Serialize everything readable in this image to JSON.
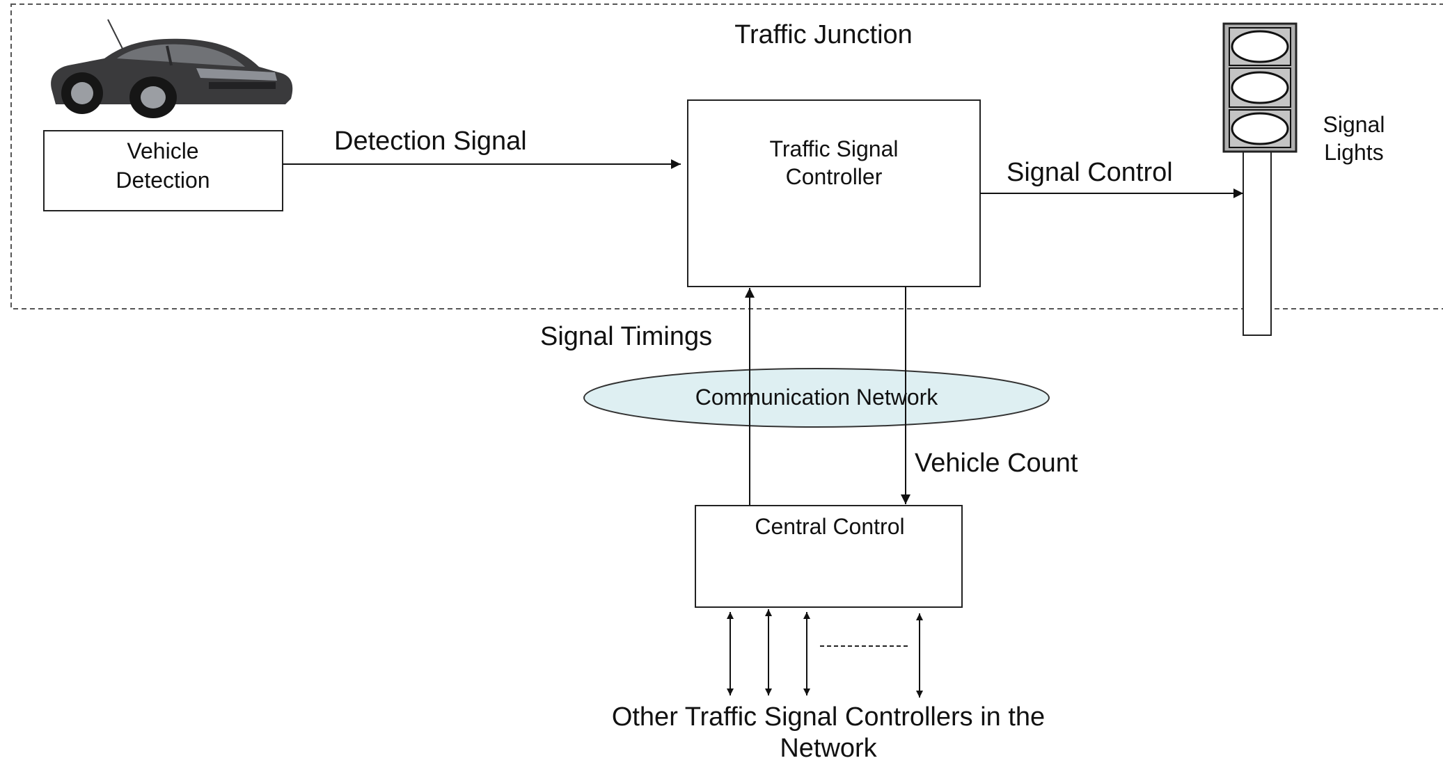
{
  "title": "Traffic Junction",
  "nodes": {
    "vehicle_detection": {
      "lines": [
        "Vehicle",
        "Detection"
      ]
    },
    "traffic_signal_controller": {
      "lines": [
        "Traffic Signal",
        "Controller"
      ]
    },
    "signal_lights": {
      "lines": [
        "Signal",
        "Lights"
      ]
    },
    "communication_network": {
      "label": "Communication Network"
    },
    "central_control": {
      "label": "Central Control"
    },
    "other_controllers": {
      "lines": [
        "Other Traffic Signal Controllers in the",
        "Network"
      ]
    }
  },
  "edges": {
    "detection_signal": "Detection Signal",
    "signal_control": "Signal Control",
    "signal_timings": "Signal Timings",
    "vehicle_count": "Vehicle Count"
  },
  "colors": {
    "network_fill": "#deeff2",
    "car_body": "#3a3a3c",
    "light_lens": "#ffffff",
    "signal_head": "#b0b0b0"
  },
  "icons": {
    "vehicle": "car-icon",
    "signal": "traffic-light-icon"
  }
}
